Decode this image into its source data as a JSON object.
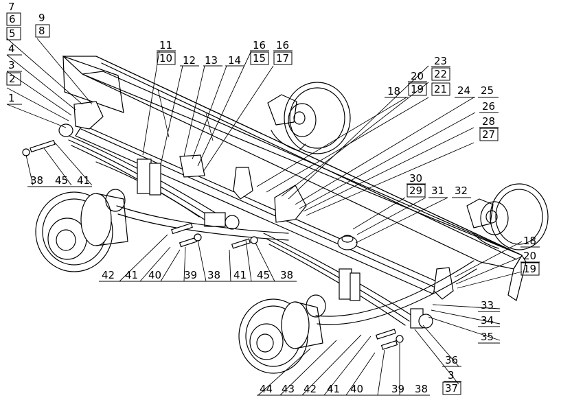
{
  "diagram": {
    "callouts": [
      {
        "id": "c7",
        "text": "7"
      },
      {
        "id": "c6",
        "text": "6",
        "boxed": true
      },
      {
        "id": "c5",
        "text": "5",
        "boxed": true
      },
      {
        "id": "c4",
        "text": "4"
      },
      {
        "id": "c3a",
        "text": "3"
      },
      {
        "id": "c2",
        "text": "2",
        "boxed": true
      },
      {
        "id": "c1",
        "text": "1"
      },
      {
        "id": "c9",
        "text": "9"
      },
      {
        "id": "c8",
        "text": "8",
        "boxed": true
      },
      {
        "id": "c11",
        "text": "11"
      },
      {
        "id": "c10",
        "text": "10",
        "boxed": true
      },
      {
        "id": "c12",
        "text": "12"
      },
      {
        "id": "c13",
        "text": "13"
      },
      {
        "id": "c14",
        "text": "14"
      },
      {
        "id": "c16a",
        "text": "16"
      },
      {
        "id": "c15",
        "text": "15",
        "boxed": true
      },
      {
        "id": "c16b",
        "text": "16"
      },
      {
        "id": "c17",
        "text": "17",
        "boxed": true
      },
      {
        "id": "c23",
        "text": "23"
      },
      {
        "id": "c22",
        "text": "22",
        "boxed": true
      },
      {
        "id": "c20a",
        "text": "20"
      },
      {
        "id": "c21",
        "text": "21",
        "boxed": true
      },
      {
        "id": "c18a",
        "text": "18"
      },
      {
        "id": "c19a",
        "text": "19",
        "boxed": true
      },
      {
        "id": "c24",
        "text": "24"
      },
      {
        "id": "c25",
        "text": "25"
      },
      {
        "id": "c26",
        "text": "26"
      },
      {
        "id": "c28",
        "text": "28"
      },
      {
        "id": "c27",
        "text": "27",
        "boxed": true
      },
      {
        "id": "c30",
        "text": "30"
      },
      {
        "id": "c29",
        "text": "29",
        "boxed": true
      },
      {
        "id": "c31",
        "text": "31"
      },
      {
        "id": "c32",
        "text": "32"
      },
      {
        "id": "c38a",
        "text": "38"
      },
      {
        "id": "c45a",
        "text": "45"
      },
      {
        "id": "c41a",
        "text": "41"
      },
      {
        "id": "c42a",
        "text": "42"
      },
      {
        "id": "c41b",
        "text": "41"
      },
      {
        "id": "c40a",
        "text": "40"
      },
      {
        "id": "c39a",
        "text": "39"
      },
      {
        "id": "c38b",
        "text": "38"
      },
      {
        "id": "c41c",
        "text": "41"
      },
      {
        "id": "c45b",
        "text": "45"
      },
      {
        "id": "c38c",
        "text": "38"
      },
      {
        "id": "c18b",
        "text": "18"
      },
      {
        "id": "c20b",
        "text": "20"
      },
      {
        "id": "c19b",
        "text": "19",
        "boxed": true
      },
      {
        "id": "c33",
        "text": "33"
      },
      {
        "id": "c34",
        "text": "34"
      },
      {
        "id": "c35",
        "text": "35"
      },
      {
        "id": "c36",
        "text": "36"
      },
      {
        "id": "c3b",
        "text": "3"
      },
      {
        "id": "c37",
        "text": "37",
        "boxed": true
      },
      {
        "id": "c44",
        "text": "44"
      },
      {
        "id": "c43",
        "text": "43"
      },
      {
        "id": "c42b",
        "text": "42"
      },
      {
        "id": "c41d",
        "text": "41"
      },
      {
        "id": "c40b",
        "text": "40"
      },
      {
        "id": "c39b",
        "text": "39"
      },
      {
        "id": "c38d",
        "text": "38"
      }
    ]
  }
}
